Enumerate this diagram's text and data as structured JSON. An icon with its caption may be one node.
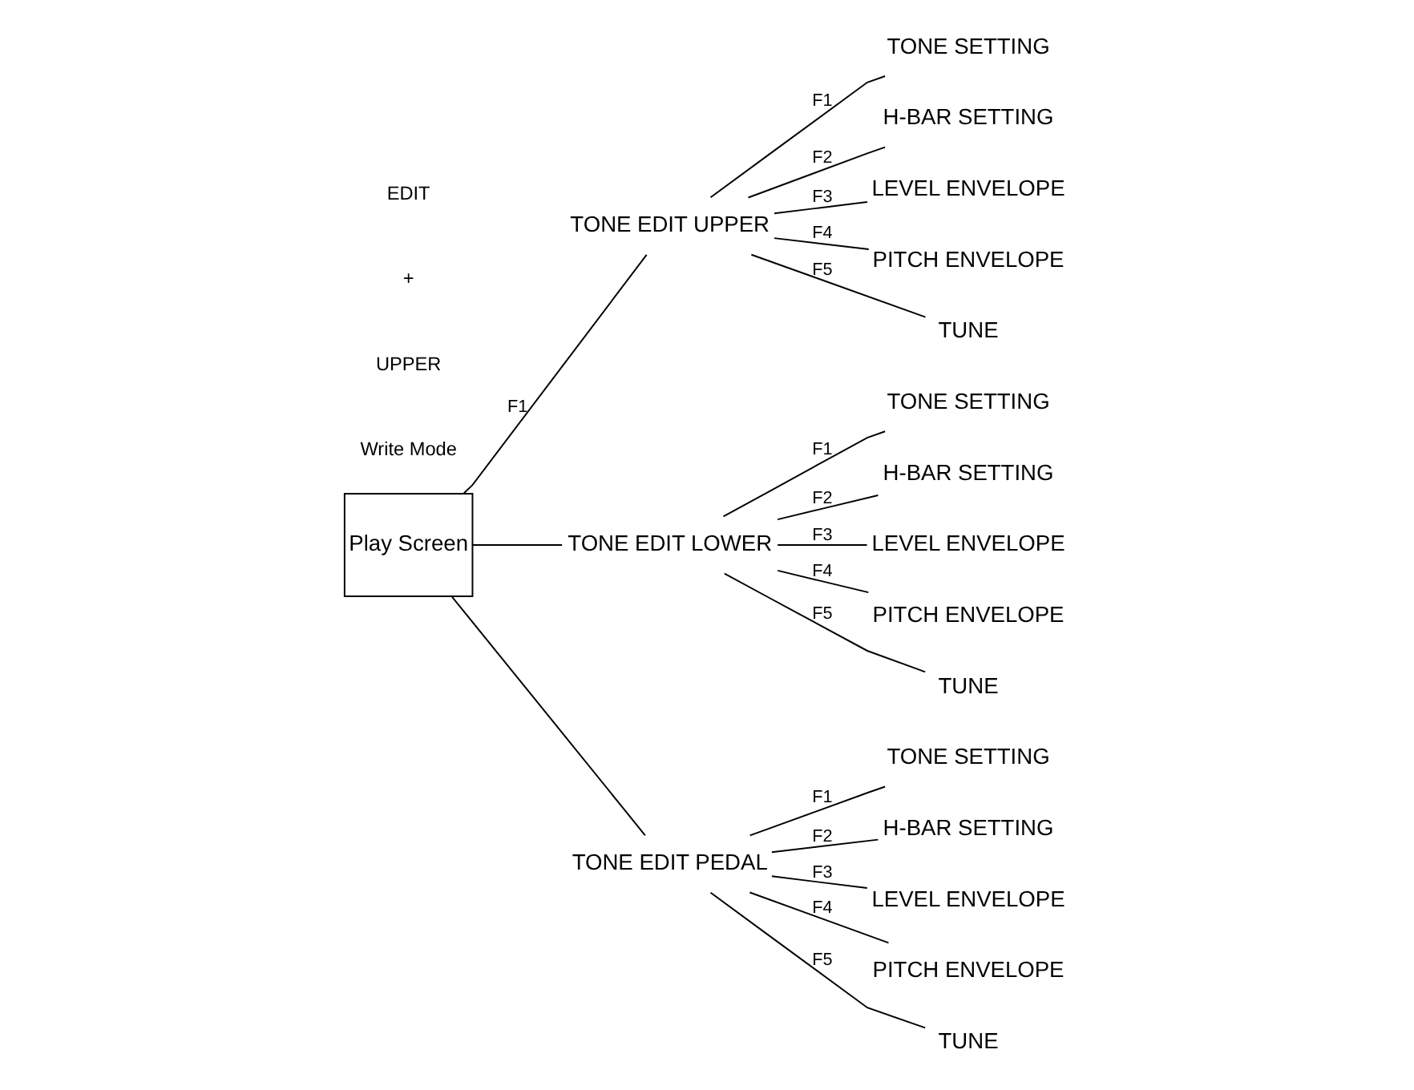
{
  "diagram": {
    "nodes": [
      {
        "text": [
          "Play Screen"
        ]
      },
      {
        "text": [
          "TONE EDIT UPPER"
        ]
      },
      {
        "text": [
          "TONE SETTING"
        ]
      },
      {
        "text": [
          "H-BAR SETTING"
        ]
      },
      {
        "text": [
          "LEVEL ENVELOPE"
        ]
      },
      {
        "text": [
          "PITCH ENVELOPE"
        ]
      },
      {
        "text": [
          "TUNE"
        ]
      },
      {
        "text": [
          "TONE EDIT LOWER"
        ]
      },
      {
        "text": [
          "TONE SETTING"
        ]
      },
      {
        "text": [
          "H-BAR SETTING"
        ]
      },
      {
        "text": [
          "LEVEL ENVELOPE"
        ]
      },
      {
        "text": [
          "PITCH ENVELOPE"
        ]
      },
      {
        "text": [
          "TUNE"
        ]
      },
      {
        "text": [
          "TONE EDIT PEDAL"
        ]
      },
      {
        "text": [
          "TONE SETTING"
        ]
      },
      {
        "text": [
          "H-BAR SETTING"
        ]
      },
      {
        "text": [
          "LEVEL ENVELOPE"
        ]
      },
      {
        "text": [
          "PITCH ENVELOPE"
        ]
      },
      {
        "text": [
          "TUNE"
        ]
      }
    ],
    "edges": [
      {
        "from": 0,
        "to": 1,
        "arrow": "none",
        "label": "F1"
      },
      {
        "from": 0,
        "to": 7,
        "arrow": "none"
      },
      {
        "from": 0,
        "to": 13,
        "arrow": "none"
      },
      {
        "from": 1,
        "to": 2,
        "arrow": "none",
        "label": "F1"
      },
      {
        "from": 1,
        "to": 3,
        "arrow": "none",
        "label": "F2"
      },
      {
        "from": 1,
        "to": 4,
        "arrow": "none",
        "label": "F3"
      },
      {
        "from": 1,
        "to": 5,
        "arrow": "none",
        "label": "F4"
      },
      {
        "from": 1,
        "to": 6,
        "arrow": "none",
        "label": "F5"
      },
      {
        "from": 7,
        "to": 8,
        "arrow": "none",
        "label": "F1"
      },
      {
        "from": 7,
        "to": 9,
        "arrow": "none",
        "label": "F2"
      },
      {
        "from": 7,
        "to": 10,
        "arrow": "none",
        "label": "F3"
      },
      {
        "from": 7,
        "to": 11,
        "arrow": "none",
        "label": "F4"
      },
      {
        "from": 7,
        "to": 12,
        "arrow": "none",
        "label": "F5"
      },
      {
        "from": 13,
        "to": 14,
        "arrow": "none",
        "label": "F1"
      },
      {
        "from": 13,
        "to": 15,
        "arrow": "none",
        "label": "F2"
      },
      {
        "from": 13,
        "to": 16,
        "arrow": "none",
        "label": "F3"
      },
      {
        "from": 13,
        "to": 17,
        "arrow": "none",
        "label": "F4"
      },
      {
        "from": 13,
        "to": 18,
        "arrow": "none",
        "label": "F5"
      }
    ],
    "labels": [
      "EDIT",
      "+",
      "UPPER",
      "Write Mode"
    ]
  }
}
